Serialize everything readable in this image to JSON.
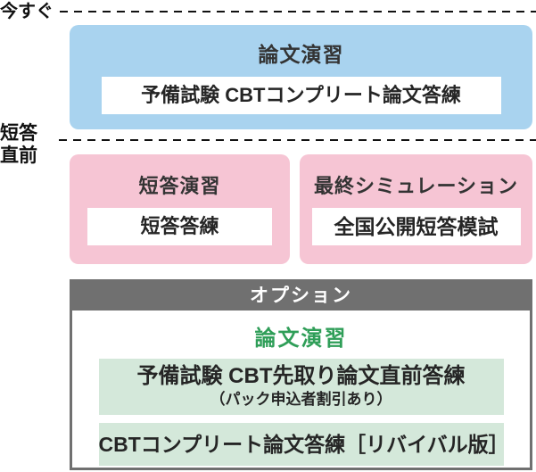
{
  "timeline": {
    "now_label": "今すぐ",
    "before_label_line1": "短答",
    "before_label_line2": "直前"
  },
  "sections": {
    "essay": {
      "title": "論文演習",
      "course": "予備試験 CBTコンプリート論文答練"
    },
    "tanto": {
      "title": "短答演習",
      "course": "短答答練"
    },
    "final": {
      "title": "最終シミュレーション",
      "course": "全国公開短答模試"
    },
    "option": {
      "header": "オプション",
      "subtitle": "論文演習",
      "items": [
        {
          "line1": "予備試験 CBT先取り論文直前答練",
          "line2": "（パック申込者割引あり）"
        },
        {
          "line1": "CBTコンプリート論文答練［リバイバル版］"
        }
      ]
    }
  },
  "colors": {
    "blue_card": "#a9d3ef",
    "pink_card": "#f6c5d4",
    "option_gray": "#707070",
    "light_green_box": "#d4e8da",
    "green_text": "#2f9e58",
    "dash_line": "#111111",
    "dark_text": "#333333"
  }
}
